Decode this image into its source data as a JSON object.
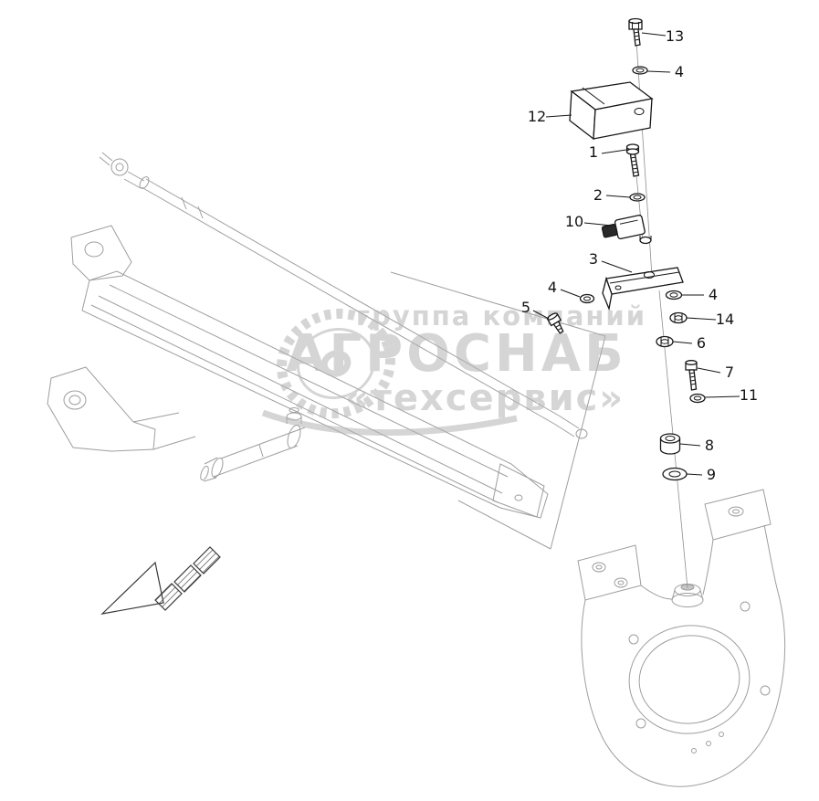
{
  "diagram": {
    "type": "exploded-parts-diagram",
    "callouts": [
      {
        "label": "13"
      },
      {
        "label": "4"
      },
      {
        "label": "12"
      },
      {
        "label": "1"
      },
      {
        "label": "2"
      },
      {
        "label": "10"
      },
      {
        "label": "3"
      },
      {
        "label": "4"
      },
      {
        "label": "5"
      },
      {
        "label": "4"
      },
      {
        "label": "14"
      },
      {
        "label": "6"
      },
      {
        "label": "7"
      },
      {
        "label": "11"
      },
      {
        "label": "8"
      },
      {
        "label": "9"
      }
    ],
    "watermark": {
      "line1": "группа компаний",
      "line2": "АГРОСНАБ",
      "line3": "«техсервис»"
    },
    "colors": {
      "machine_outline": "#9e9e9e",
      "part_outline": "#161616",
      "watermark": "#b3b3b3",
      "background": "#ffffff"
    }
  }
}
